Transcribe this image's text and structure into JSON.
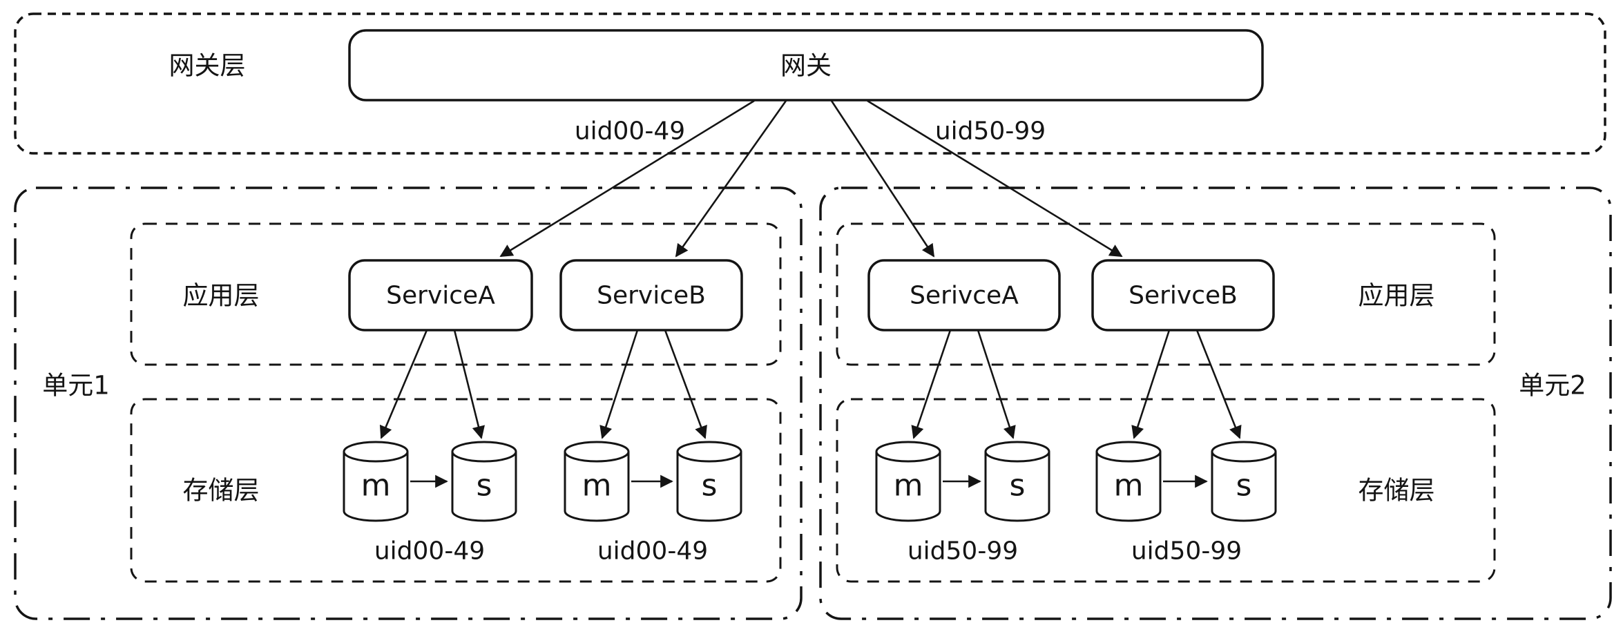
{
  "gateway_layer": {
    "label": "网关层",
    "gateway": "网关",
    "route_left": "uid00-49",
    "route_right": "uid50-99"
  },
  "units": [
    {
      "label": "单元1",
      "app_layer_label": "应用层",
      "services": [
        "ServiceA",
        "ServiceB"
      ],
      "storage_layer_label": "存储层",
      "pairs": [
        {
          "master": "m",
          "slave": "s",
          "shard": "uid00-49"
        },
        {
          "master": "m",
          "slave": "s",
          "shard": "uid00-49"
        }
      ]
    },
    {
      "label": "单元2",
      "app_layer_label": "应用层",
      "services": [
        "SerivceA",
        "SerivceB"
      ],
      "storage_layer_label": "存储层",
      "pairs": [
        {
          "master": "m",
          "slave": "s",
          "shard": "uid50-99"
        },
        {
          "master": "m",
          "slave": "s",
          "shard": "uid50-99"
        }
      ]
    }
  ],
  "colors": {
    "stroke": "#141414",
    "background": "#ffffff"
  }
}
